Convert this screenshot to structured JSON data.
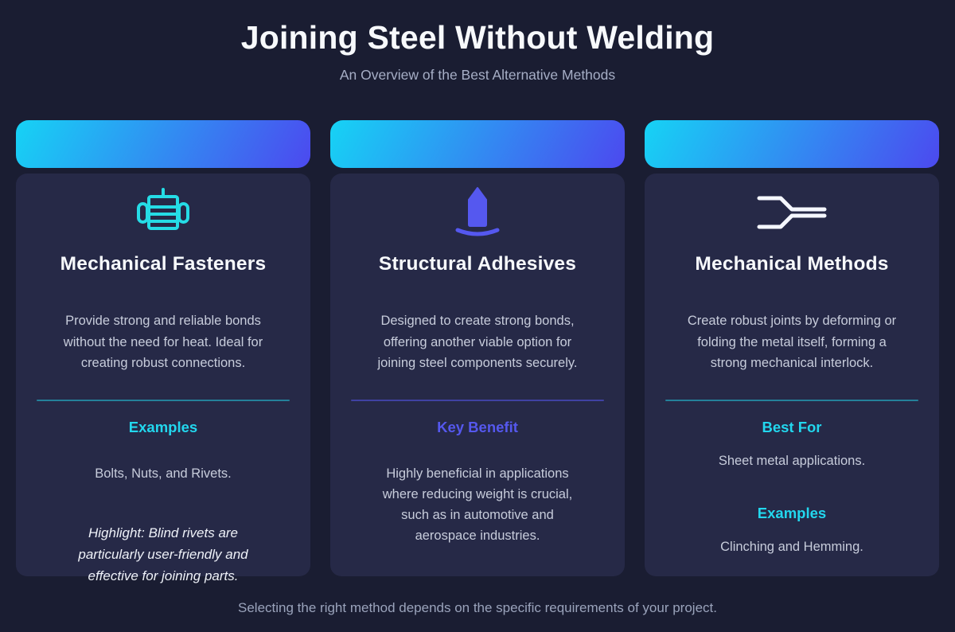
{
  "page": {
    "title": "Joining Steel Without Welding",
    "subtitle": "An Overview of the Best Alternative Methods",
    "footer": "Selecting the right method depends on the specific requirements of your project."
  },
  "colors": {
    "page_bg": "#1a1d32",
    "card_bg": "#262947",
    "header_gradient_start": "#16d3f5",
    "header_gradient_end": "#4c49ef",
    "cyan_accent": "#22d7ee",
    "indigo_accent": "#5558ee",
    "icon_cyan": "#25dce6",
    "icon_indigo": "#5558ef",
    "icon_white": "#f5f7ff"
  },
  "cards": [
    {
      "icon": "fastener-icon",
      "title": "Mechanical Fasteners",
      "description": "Provide strong and reliable bonds without the need for heat. Ideal for creating robust connections.",
      "sections": [
        {
          "label": "Examples",
          "value": "Bolts, Nuts, and Rivets."
        }
      ],
      "highlight": "Highlight: Blind rivets are particularly user-friendly and effective for joining parts."
    },
    {
      "icon": "adhesive-icon",
      "title": "Structural Adhesives",
      "description": "Designed to create strong bonds, offering another viable option for joining steel components securely.",
      "sections": [
        {
          "label": "Key Benefit",
          "value": "Highly beneficial in applications where reducing weight is crucial, such as in automotive and aerospace industries."
        }
      ]
    },
    {
      "icon": "clinch-icon",
      "title": "Mechanical Methods",
      "description": "Create robust joints by deforming or folding the metal itself, forming a strong mechanical interlock.",
      "sections": [
        {
          "label": "Best For",
          "value": "Sheet metal applications."
        },
        {
          "label": "Examples",
          "value": "Clinching and Hemming."
        }
      ]
    }
  ]
}
